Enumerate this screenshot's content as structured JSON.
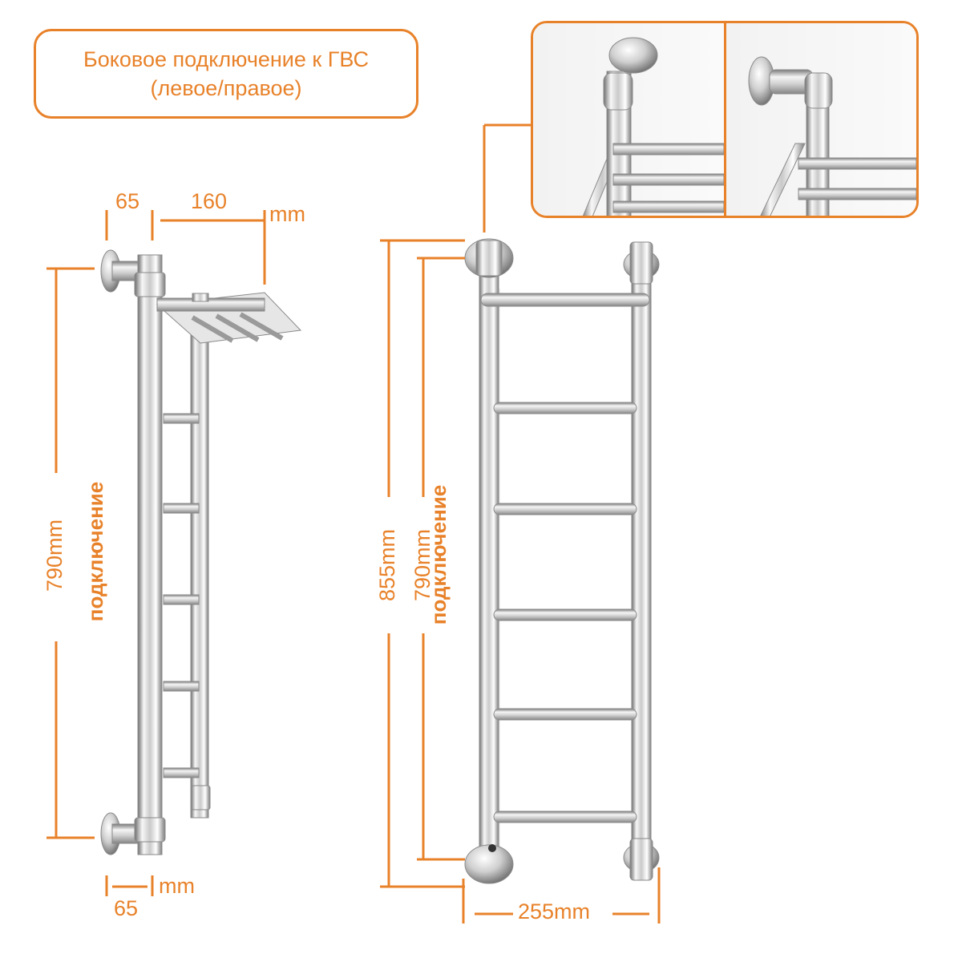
{
  "title": {
    "line1": "Боковое подключение к ГВС",
    "line2": "(левое/правое)"
  },
  "side_view": {
    "dim_top_left": "65",
    "dim_top_right": "160",
    "unit_top": "mm",
    "dim_bottom": "65",
    "unit_bottom": "mm",
    "height_label": "790mm",
    "height_caption": "подключение"
  },
  "front_view": {
    "total_height": "855mm",
    "connection_height": "790mm",
    "connection_caption": "подключение",
    "width_label": "255mm"
  },
  "colors": {
    "accent": "#e8822a",
    "chrome_light": "#f2f2f2",
    "chrome_mid": "#c8c8c8",
    "chrome_dark": "#7a7a7a"
  },
  "icons": [
    "towel-rail-side-render",
    "towel-rail-front-render",
    "connection-detail-photo-left",
    "connection-detail-photo-right"
  ]
}
